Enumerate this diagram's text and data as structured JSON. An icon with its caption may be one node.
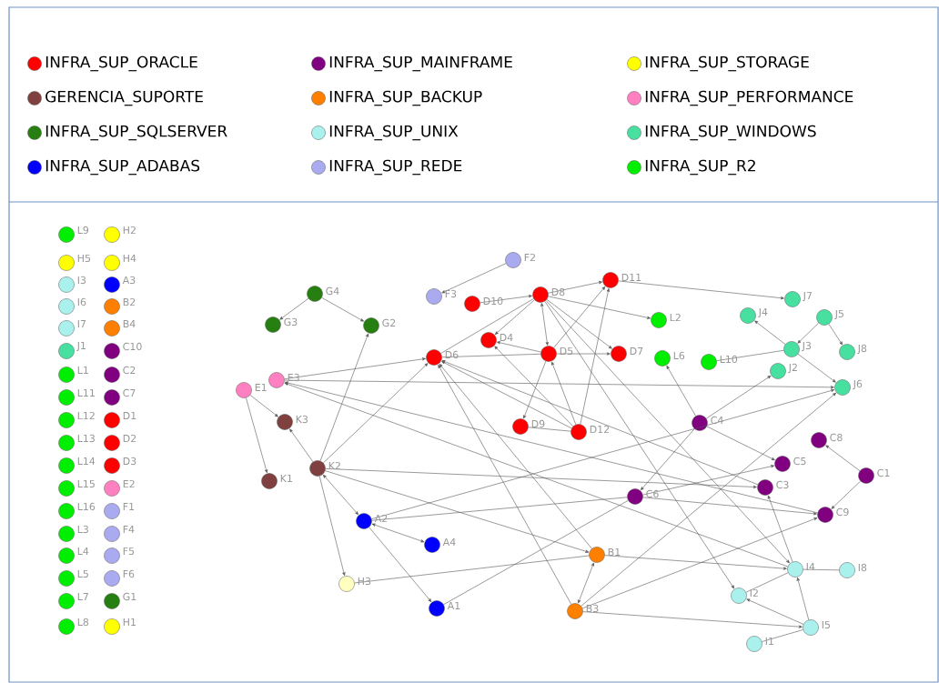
{
  "diagram": {
    "nodes": [
      {
        "text": [],
        "shape": "circle",
        "beside": [
          "L9"
        ]
      },
      {
        "text": [],
        "shape": "circle",
        "beside": [
          "H2"
        ]
      },
      {
        "text": [],
        "shape": "circle",
        "beside": [
          "H5"
        ]
      },
      {
        "text": [],
        "shape": "circle",
        "beside": [
          "H4"
        ]
      },
      {
        "text": [],
        "shape": "circle",
        "beside": [
          "I3"
        ]
      },
      {
        "text": [],
        "shape": "circle",
        "beside": [
          "A3"
        ]
      },
      {
        "text": [],
        "shape": "circle",
        "beside": [
          "I6"
        ]
      },
      {
        "text": [],
        "shape": "circle",
        "beside": [
          "B2"
        ]
      },
      {
        "text": [],
        "shape": "circle",
        "beside": [
          "I7"
        ]
      },
      {
        "text": [],
        "shape": "circle",
        "beside": [
          "B4"
        ]
      },
      {
        "text": [],
        "shape": "circle",
        "beside": [
          "J1"
        ]
      },
      {
        "text": [],
        "shape": "circle",
        "beside": [
          "C10"
        ]
      },
      {
        "text": [],
        "shape": "circle",
        "beside": [
          "L1"
        ]
      },
      {
        "text": [],
        "shape": "circle",
        "beside": [
          "C2"
        ]
      },
      {
        "text": [],
        "shape": "circle",
        "beside": [
          "L11"
        ]
      },
      {
        "text": [],
        "shape": "circle",
        "beside": [
          "C7"
        ]
      },
      {
        "text": [],
        "shape": "circle",
        "beside": [
          "L12"
        ]
      },
      {
        "text": [],
        "shape": "circle",
        "beside": [
          "D1"
        ]
      },
      {
        "text": [],
        "shape": "circle",
        "beside": [
          "L13"
        ]
      },
      {
        "text": [],
        "shape": "circle",
        "beside": [
          "D2"
        ]
      },
      {
        "text": [],
        "shape": "circle",
        "beside": [
          "L14"
        ]
      },
      {
        "text": [],
        "shape": "circle",
        "beside": [
          "D3"
        ]
      },
      {
        "text": [],
        "shape": "circle",
        "beside": [
          "L15"
        ]
      },
      {
        "text": [],
        "shape": "circle",
        "beside": [
          "E2"
        ]
      },
      {
        "text": [],
        "shape": "circle",
        "beside": [
          "L16"
        ]
      },
      {
        "text": [],
        "shape": "circle",
        "beside": [
          "F1"
        ]
      },
      {
        "text": [],
        "shape": "circle",
        "beside": [
          "L3"
        ]
      },
      {
        "text": [],
        "shape": "circle",
        "beside": [
          "F4"
        ]
      },
      {
        "text": [],
        "shape": "circle",
        "beside": [
          "L4"
        ]
      },
      {
        "text": [],
        "shape": "circle",
        "beside": [
          "F5"
        ]
      },
      {
        "text": [],
        "shape": "circle",
        "beside": [
          "L5"
        ]
      },
      {
        "text": [],
        "shape": "circle",
        "beside": [
          "F6"
        ]
      },
      {
        "text": [],
        "shape": "circle",
        "beside": [
          "L7"
        ]
      },
      {
        "text": [],
        "shape": "circle",
        "beside": [
          "G1"
        ]
      },
      {
        "text": [],
        "shape": "circle",
        "beside": [
          "L8"
        ]
      },
      {
        "text": [],
        "shape": "circle",
        "beside": [
          "H1"
        ]
      },
      {
        "text": [],
        "shape": "circle",
        "beside": [
          "F2"
        ]
      },
      {
        "text": [],
        "shape": "circle",
        "beside": [
          "D11"
        ]
      },
      {
        "text": [],
        "shape": "circle",
        "beside": [
          "G4"
        ]
      },
      {
        "text": [],
        "shape": "circle",
        "beside": [
          "D8"
        ]
      },
      {
        "text": [],
        "shape": "circle",
        "beside": [
          "F3"
        ]
      },
      {
        "text": [],
        "shape": "circle",
        "beside": [
          "J7"
        ]
      },
      {
        "text": [],
        "shape": "circle",
        "beside": [
          "D10"
        ]
      },
      {
        "text": [],
        "shape": "circle",
        "beside": [
          "J4"
        ]
      },
      {
        "text": [],
        "shape": "circle",
        "beside": [
          "J5"
        ]
      },
      {
        "text": [],
        "shape": "circle",
        "beside": [
          "L2"
        ]
      },
      {
        "text": [],
        "shape": "circle",
        "beside": [
          "G3"
        ]
      },
      {
        "text": [],
        "shape": "circle",
        "beside": [
          "G2"
        ]
      },
      {
        "text": [],
        "shape": "circle",
        "beside": [
          "D4"
        ]
      },
      {
        "text": [],
        "shape": "circle",
        "beside": [
          "J3"
        ]
      },
      {
        "text": [],
        "shape": "circle",
        "beside": [
          "J8"
        ]
      },
      {
        "text": [],
        "shape": "circle",
        "beside": [
          "D5"
        ]
      },
      {
        "text": [],
        "shape": "circle",
        "beside": [
          "D7"
        ]
      },
      {
        "text": [],
        "shape": "circle",
        "beside": [
          "D6"
        ]
      },
      {
        "text": [],
        "shape": "circle",
        "beside": [
          "L6"
        ]
      },
      {
        "text": [],
        "shape": "circle",
        "beside": [
          "L10"
        ]
      },
      {
        "text": [],
        "shape": "circle",
        "beside": [
          "J2"
        ]
      },
      {
        "text": [],
        "shape": "circle",
        "beside": [
          "E3"
        ]
      },
      {
        "text": [],
        "shape": "circle",
        "beside": [
          "J6"
        ]
      },
      {
        "text": [],
        "shape": "circle",
        "beside": [
          "E1"
        ]
      },
      {
        "text": [],
        "shape": "circle",
        "beside": [
          "K3"
        ]
      },
      {
        "text": [],
        "shape": "circle",
        "beside": [
          "C4"
        ]
      },
      {
        "text": [],
        "shape": "circle",
        "beside": [
          "D9"
        ]
      },
      {
        "text": [],
        "shape": "circle",
        "beside": [
          "D12"
        ]
      },
      {
        "text": [],
        "shape": "circle",
        "beside": [
          "C8"
        ]
      },
      {
        "text": [],
        "shape": "circle",
        "beside": [
          "C5"
        ]
      },
      {
        "text": [],
        "shape": "circle",
        "beside": [
          "K2"
        ]
      },
      {
        "text": [],
        "shape": "circle",
        "beside": [
          "C1"
        ]
      },
      {
        "text": [],
        "shape": "circle",
        "beside": [
          "K1"
        ]
      },
      {
        "text": [],
        "shape": "circle",
        "beside": [
          "C3"
        ]
      },
      {
        "text": [],
        "shape": "circle",
        "beside": [
          "C6"
        ]
      },
      {
        "text": [],
        "shape": "circle",
        "beside": [
          "C9"
        ]
      },
      {
        "text": [],
        "shape": "circle",
        "beside": [
          "A2"
        ]
      },
      {
        "text": [],
        "shape": "circle",
        "beside": [
          "A4"
        ]
      },
      {
        "text": [],
        "shape": "circle",
        "beside": [
          "B1"
        ]
      },
      {
        "text": [],
        "shape": "circle",
        "beside": [
          "I4"
        ]
      },
      {
        "text": [],
        "shape": "circle",
        "beside": [
          "I8"
        ]
      },
      {
        "text": [],
        "shape": "circle",
        "beside": [
          "H3"
        ]
      },
      {
        "text": [],
        "shape": "circle",
        "beside": [
          "I2"
        ]
      },
      {
        "text": [],
        "shape": "circle",
        "beside": [
          "A1"
        ]
      },
      {
        "text": [],
        "shape": "circle",
        "beside": [
          "B3"
        ]
      },
      {
        "text": [],
        "shape": "circle",
        "beside": [
          "I5"
        ]
      },
      {
        "text": [],
        "shape": "circle",
        "beside": [
          "I1"
        ]
      }
    ],
    "edges": [
      {
        "from": 38,
        "to": 46,
        "arrow": "to"
      },
      {
        "from": 38,
        "to": 47,
        "arrow": "to"
      },
      {
        "from": 66,
        "to": 47,
        "arrow": "to"
      },
      {
        "from": 66,
        "to": 53,
        "arrow": "to"
      },
      {
        "from": 57,
        "to": 53,
        "arrow": "to"
      },
      {
        "from": 57,
        "to": 58,
        "arrow": "to"
      },
      {
        "from": 59,
        "to": 60,
        "arrow": "to"
      },
      {
        "from": 59,
        "to": 68,
        "arrow": "to"
      },
      {
        "from": 66,
        "to": 60,
        "arrow": "to"
      },
      {
        "from": 75,
        "to": 57,
        "arrow": "to"
      },
      {
        "from": 71,
        "to": 57,
        "arrow": "to"
      },
      {
        "from": 66,
        "to": 69,
        "arrow": "to"
      },
      {
        "from": 66,
        "to": 74,
        "arrow": "to"
      },
      {
        "from": 66,
        "to": 72,
        "arrow": "both"
      },
      {
        "from": 66,
        "to": 77,
        "arrow": "to"
      },
      {
        "from": 72,
        "to": 73,
        "arrow": "both"
      },
      {
        "from": 72,
        "to": 79,
        "arrow": "to"
      },
      {
        "from": 72,
        "to": 58,
        "arrow": "to"
      },
      {
        "from": 72,
        "to": 70,
        "arrow": "none"
      },
      {
        "from": 61,
        "to": 65,
        "arrow": "to"
      },
      {
        "from": 61,
        "to": 54,
        "arrow": "to"
      },
      {
        "from": 61,
        "to": 56,
        "arrow": "to"
      },
      {
        "from": 61,
        "to": 70,
        "arrow": "to"
      },
      {
        "from": 70,
        "to": 65,
        "arrow": "to"
      },
      {
        "from": 70,
        "to": 71,
        "arrow": "to"
      },
      {
        "from": 77,
        "to": 74,
        "arrow": "none"
      },
      {
        "from": 79,
        "to": 70,
        "arrow": "none"
      },
      {
        "from": 74,
        "to": 80,
        "arrow": "both"
      },
      {
        "from": 74,
        "to": 75,
        "arrow": "to"
      },
      {
        "from": 80,
        "to": 71,
        "arrow": "to"
      },
      {
        "from": 80,
        "to": 81,
        "arrow": "to"
      },
      {
        "from": 80,
        "to": 58,
        "arrow": "to"
      },
      {
        "from": 63,
        "to": 53,
        "arrow": "to"
      },
      {
        "from": 74,
        "to": 53,
        "arrow": "to"
      },
      {
        "from": 80,
        "to": 53,
        "arrow": "to"
      },
      {
        "from": 69,
        "to": 53,
        "arrow": "to"
      },
      {
        "from": 53,
        "to": 51,
        "arrow": "none"
      },
      {
        "from": 51,
        "to": 52,
        "arrow": "to"
      },
      {
        "from": 39,
        "to": 53,
        "arrow": "none"
      },
      {
        "from": 39,
        "to": 48,
        "arrow": "to"
      },
      {
        "from": 51,
        "to": 48,
        "arrow": "to"
      },
      {
        "from": 39,
        "to": 51,
        "arrow": "both"
      },
      {
        "from": 42,
        "to": 39,
        "arrow": "to"
      },
      {
        "from": 39,
        "to": 37,
        "arrow": "to"
      },
      {
        "from": 39,
        "to": 45,
        "arrow": "to"
      },
      {
        "from": 39,
        "to": 52,
        "arrow": "to"
      },
      {
        "from": 39,
        "to": 78,
        "arrow": "to"
      },
      {
        "from": 39,
        "to": 75,
        "arrow": "to"
      },
      {
        "from": 37,
        "to": 41,
        "arrow": "to"
      },
      {
        "from": 63,
        "to": 37,
        "arrow": "to"
      },
      {
        "from": 51,
        "to": 37,
        "arrow": "to"
      },
      {
        "from": 51,
        "to": 62,
        "arrow": "to"
      },
      {
        "from": 63,
        "to": 51,
        "arrow": "to"
      },
      {
        "from": 62,
        "to": 63,
        "arrow": "none"
      },
      {
        "from": 63,
        "to": 48,
        "arrow": "to"
      },
      {
        "from": 36,
        "to": 40,
        "arrow": "to"
      },
      {
        "from": 55,
        "to": 49,
        "arrow": "none"
      },
      {
        "from": 49,
        "to": 43,
        "arrow": "to"
      },
      {
        "from": 44,
        "to": 49,
        "arrow": "to"
      },
      {
        "from": 44,
        "to": 50,
        "arrow": "to"
      },
      {
        "from": 49,
        "to": 58,
        "arrow": "to"
      },
      {
        "from": 67,
        "to": 64,
        "arrow": "to"
      },
      {
        "from": 67,
        "to": 71,
        "arrow": "to"
      },
      {
        "from": 75,
        "to": 76,
        "arrow": "none"
      },
      {
        "from": 81,
        "to": 75,
        "arrow": "to"
      },
      {
        "from": 81,
        "to": 78,
        "arrow": "to"
      },
      {
        "from": 82,
        "to": 81,
        "arrow": "none"
      },
      {
        "from": 78,
        "to": 75,
        "arrow": "none"
      },
      {
        "from": 75,
        "to": 69,
        "arrow": "to"
      }
    ],
    "legend": [
      {
        "text": "INFRA_SUP_ORACLE",
        "color": "#ff0000"
      },
      {
        "text": "INFRA_SUP_MAINFRAME",
        "color": "#800080"
      },
      {
        "text": "INFRA_SUP_STORAGE",
        "color": "#ffff00"
      },
      {
        "text": "GERENCIA_SUPORTE",
        "color": "#804040"
      },
      {
        "text": "INFRA_SUP_BACKUP",
        "color": "#ff8000"
      },
      {
        "text": "INFRA_SUP_PERFORMANCE",
        "color": "#ff80c0"
      },
      {
        "text": "INFRA_SUP_SQLSERVER",
        "color": "#267f10"
      },
      {
        "text": "INFRA_SUP_UNIX",
        "color": "#aaf0ec"
      },
      {
        "text": "INFRA_SUP_WINDOWS",
        "color": "#48e0a0"
      },
      {
        "text": "INFRA_SUP_ADABAS",
        "color": "#0000ff"
      },
      {
        "text": "INFRA_SUP_REDE",
        "color": "#aaaaf0"
      },
      {
        "text": "INFRA_SUP_R2",
        "color": "#00ee00"
      }
    ]
  }
}
